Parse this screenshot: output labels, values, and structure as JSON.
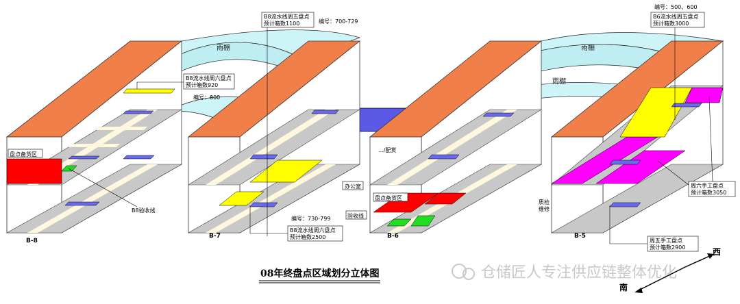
{
  "title": "08年终盘点区域划分立体图",
  "watermark": "仓储匠人专注供应链整体优化",
  "compass": {
    "west": "西",
    "south": "南"
  },
  "buildings": [
    {
      "id": "B-8",
      "label": "B-8"
    },
    {
      "id": "B-7",
      "label": "B-7"
    },
    {
      "id": "B-6",
      "label": "B-6"
    },
    {
      "id": "B-5",
      "label": "B-5"
    }
  ],
  "canopies": [
    "雨棚",
    "雨棚",
    "雨棚"
  ],
  "labels": {
    "b8_reserve": "盘点备货区",
    "b8_receive": "B8验收线",
    "b6_reserve": "盘点备货区",
    "office": "办公室",
    "distribution": ".../配货",
    "acceptance": "验收线",
    "qc_repair": "质检\n维修"
  },
  "callouts": {
    "b8_fri": "B8流水线周五盘点\n预计箱数1100",
    "b8_fri_code": "编号：700-729",
    "b8_sat": "B8流水线周六盘点\n预计箱数920",
    "code_800": "编号：800",
    "b8_sat2": "B8流水线周六盘点\n预计箱数2500",
    "code_730": "编号：730-799",
    "code_500": "编号：500、600",
    "b6_fri": "B6流水线周五盘点\n预计箱数3000",
    "sat_manual": "周六手工盘点\n预计箱数3050",
    "fri_manual": "周五手工盘点\n预计箱数2900"
  },
  "colors": {
    "roof": "#f07f4a",
    "canopy": "#cdf4f6",
    "floor": "#c8c8c8",
    "walkway": "#fff7de",
    "yellow": "#ffff00",
    "magenta": "#ff00ff",
    "red": "#ff0000",
    "green": "#22dd22",
    "blue": "#6a6af0",
    "connector": "#5a5ae6"
  }
}
